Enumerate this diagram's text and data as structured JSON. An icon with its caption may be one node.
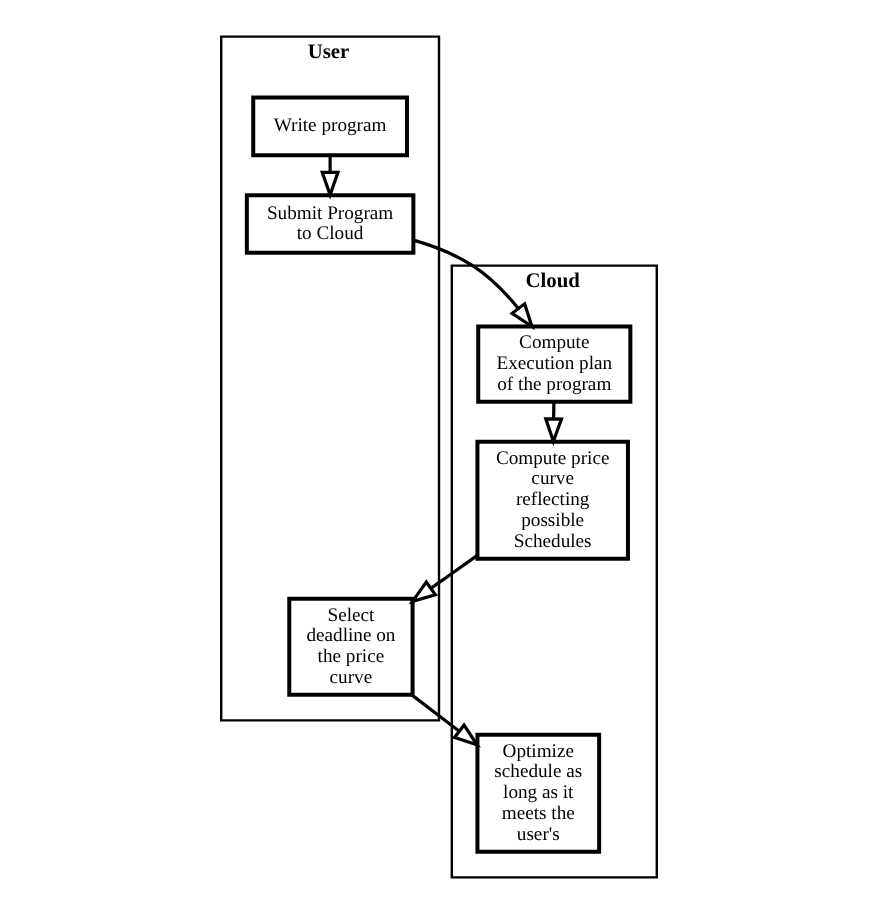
{
  "diagram": {
    "nodes": [
      {
        "text": [
          "User"
        ]
      },
      {
        "text": [
          "Cloud"
        ]
      },
      {
        "text": [
          "Write program"
        ],
        "in": 0
      },
      {
        "text": [
          "Submit Program to Cloud"
        ],
        "in": 0
      },
      {
        "text": [
          "Compute Execution plan of the program"
        ],
        "in": 1
      },
      {
        "text": [
          "Compute price curve reflecting possible Schedules"
        ],
        "in": 1
      },
      {
        "text": [
          "Select deadline on the price curve"
        ],
        "in": 0
      },
      {
        "text": [
          "Optimize schedule as long as it meets the user's"
        ],
        "in": 1
      }
    ],
    "edges": [
      {
        "from": 2,
        "to": 3,
        "arrow": "to"
      },
      {
        "from": 3,
        "to": 4,
        "arrow": "to"
      },
      {
        "from": 4,
        "to": 5,
        "arrow": "to"
      },
      {
        "from": 5,
        "to": 6,
        "arrow": "to"
      },
      {
        "from": 6,
        "to": 7,
        "arrow": "to"
      }
    ]
  }
}
